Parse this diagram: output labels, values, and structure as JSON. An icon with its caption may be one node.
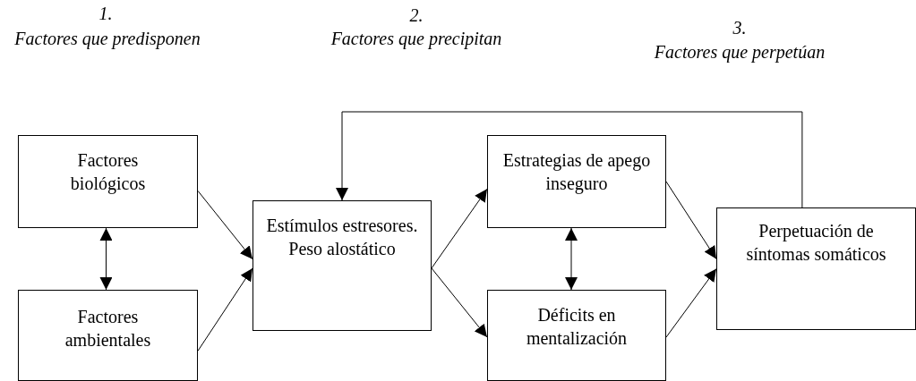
{
  "diagram": {
    "nodes": [
      {
        "text": [
          "Factores biológicos"
        ]
      },
      {
        "text": [
          "Factores ambientales"
        ]
      },
      {
        "text": [
          "Estímulos estresores. Peso alostático"
        ]
      },
      {
        "text": [
          "Estrategias de apego inseguro"
        ]
      },
      {
        "text": [
          "Déficits en mentalización"
        ]
      },
      {
        "text": [
          "Perpetuación de síntomas somáticos"
        ]
      }
    ],
    "edges": [
      {
        "from": 0,
        "to": 1,
        "arrow": "both"
      },
      {
        "from": 0,
        "to": 2,
        "arrow": "to"
      },
      {
        "from": 1,
        "to": 2,
        "arrow": "to"
      },
      {
        "from": 2,
        "to": 3,
        "arrow": "to"
      },
      {
        "from": 2,
        "to": 4,
        "arrow": "to"
      },
      {
        "from": 3,
        "to": 4,
        "arrow": "both"
      },
      {
        "from": 3,
        "to": 5,
        "arrow": "to"
      },
      {
        "from": 4,
        "to": 5,
        "arrow": "to"
      },
      {
        "from": 5,
        "to": 2,
        "arrow": "to"
      }
    ],
    "labels": [
      "1.",
      "2.",
      "3.",
      "Factores que predisponen",
      "Factores que precipitan",
      "Factores que perpetúan"
    ]
  }
}
